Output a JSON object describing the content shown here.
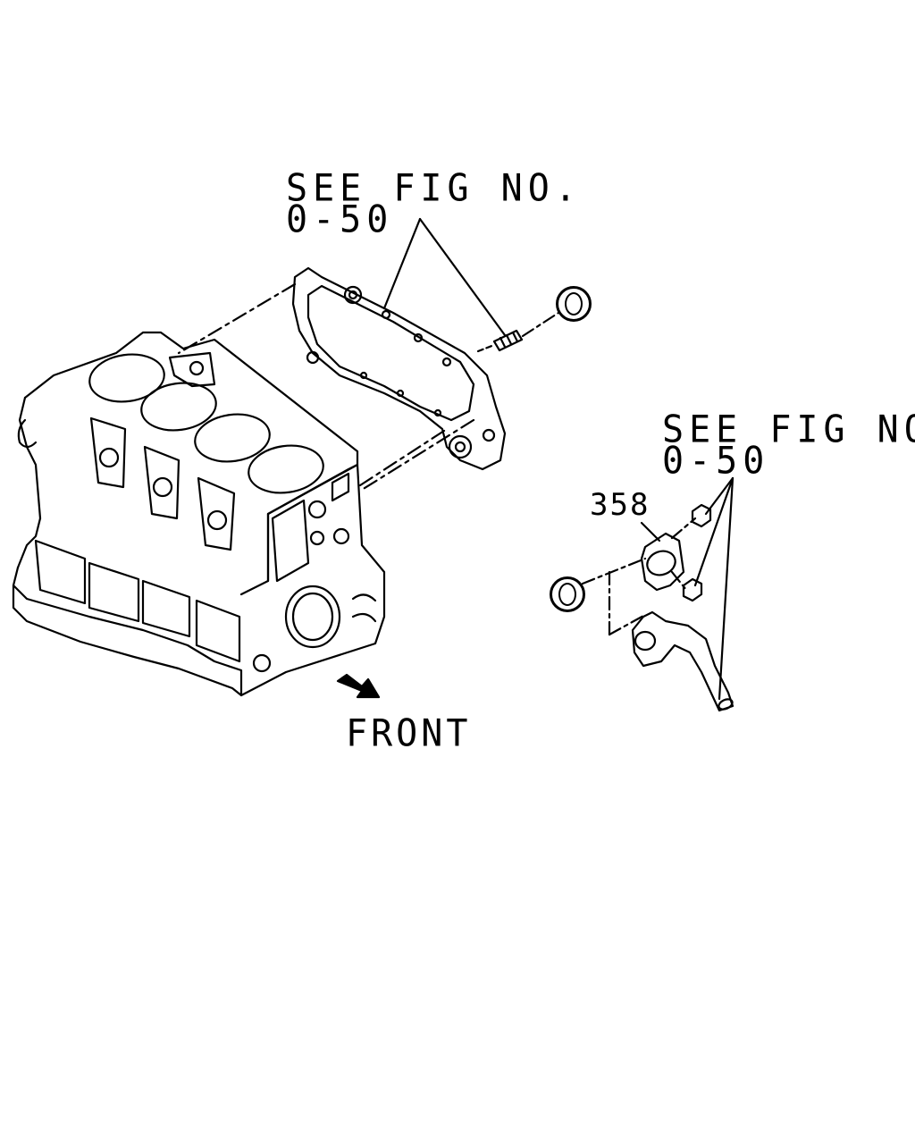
{
  "callouts": {
    "see_fig_top_line1": "SEE FIG NO.",
    "see_fig_top_line2": "0-50",
    "see_fig_right_line1": "SEE FIG NO.",
    "see_fig_right_line2": "0-50",
    "part_358": "358",
    "front": "FRONT"
  },
  "colors": {
    "ink": "#000000",
    "paper": "#ffffff"
  },
  "icons": [
    "reference-circle-icon",
    "front-arrow-icon"
  ]
}
